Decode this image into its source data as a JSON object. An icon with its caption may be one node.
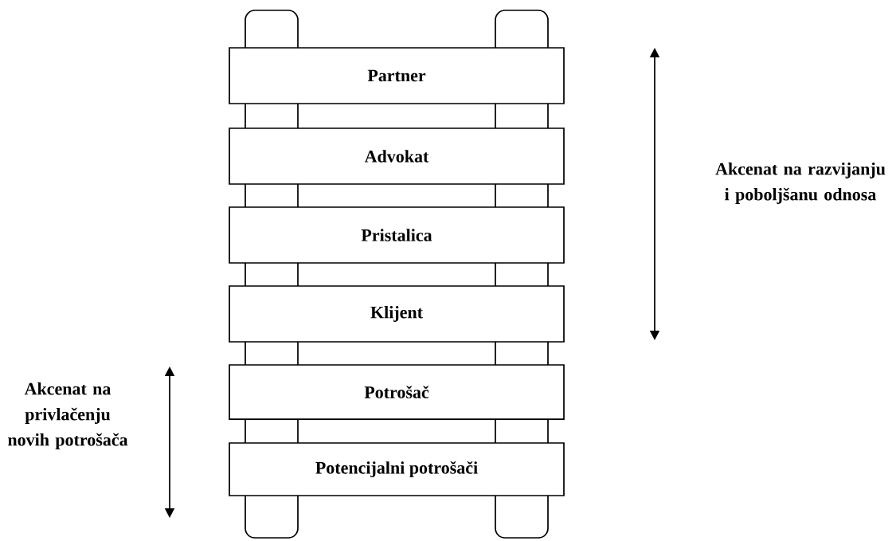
{
  "diagram": {
    "nodes": [
      {
        "text": [
          "Partner"
        ]
      },
      {
        "text": [
          "Advokat"
        ]
      },
      {
        "text": [
          "Pristalica"
        ]
      },
      {
        "text": [
          "Klijent"
        ]
      },
      {
        "text": [
          "Potrošač"
        ]
      },
      {
        "text": [
          "Potencijalni potrošači"
        ]
      }
    ],
    "labels": [
      "Akcenat na razvijanju i poboljšanu odnosa",
      "Akcenat na privlačenju novih potrošača"
    ]
  }
}
